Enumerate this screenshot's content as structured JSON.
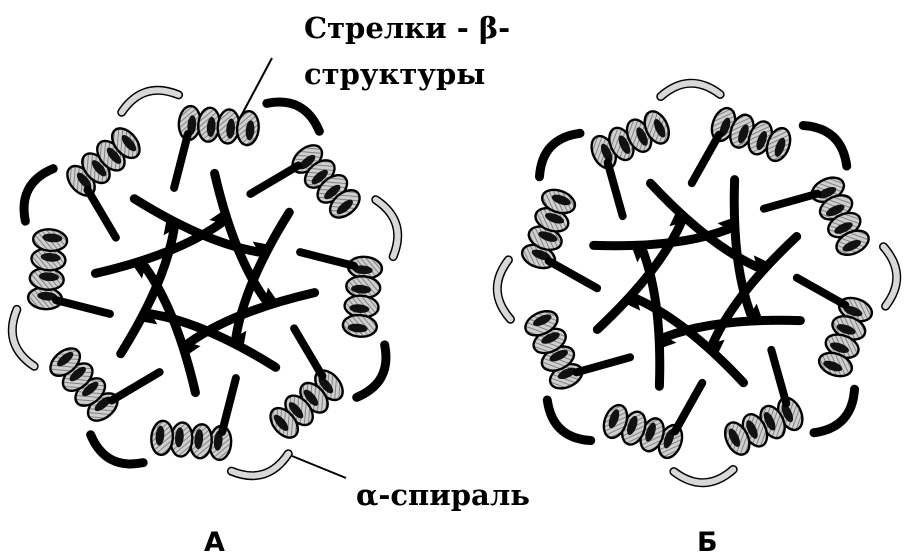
{
  "figure": {
    "labels": {
      "beta_line1": "Стрелки - β-",
      "beta_line2": "структуры",
      "alpha": "α-спираль",
      "panel_a": "А",
      "panel_b": "Б"
    }
  }
}
